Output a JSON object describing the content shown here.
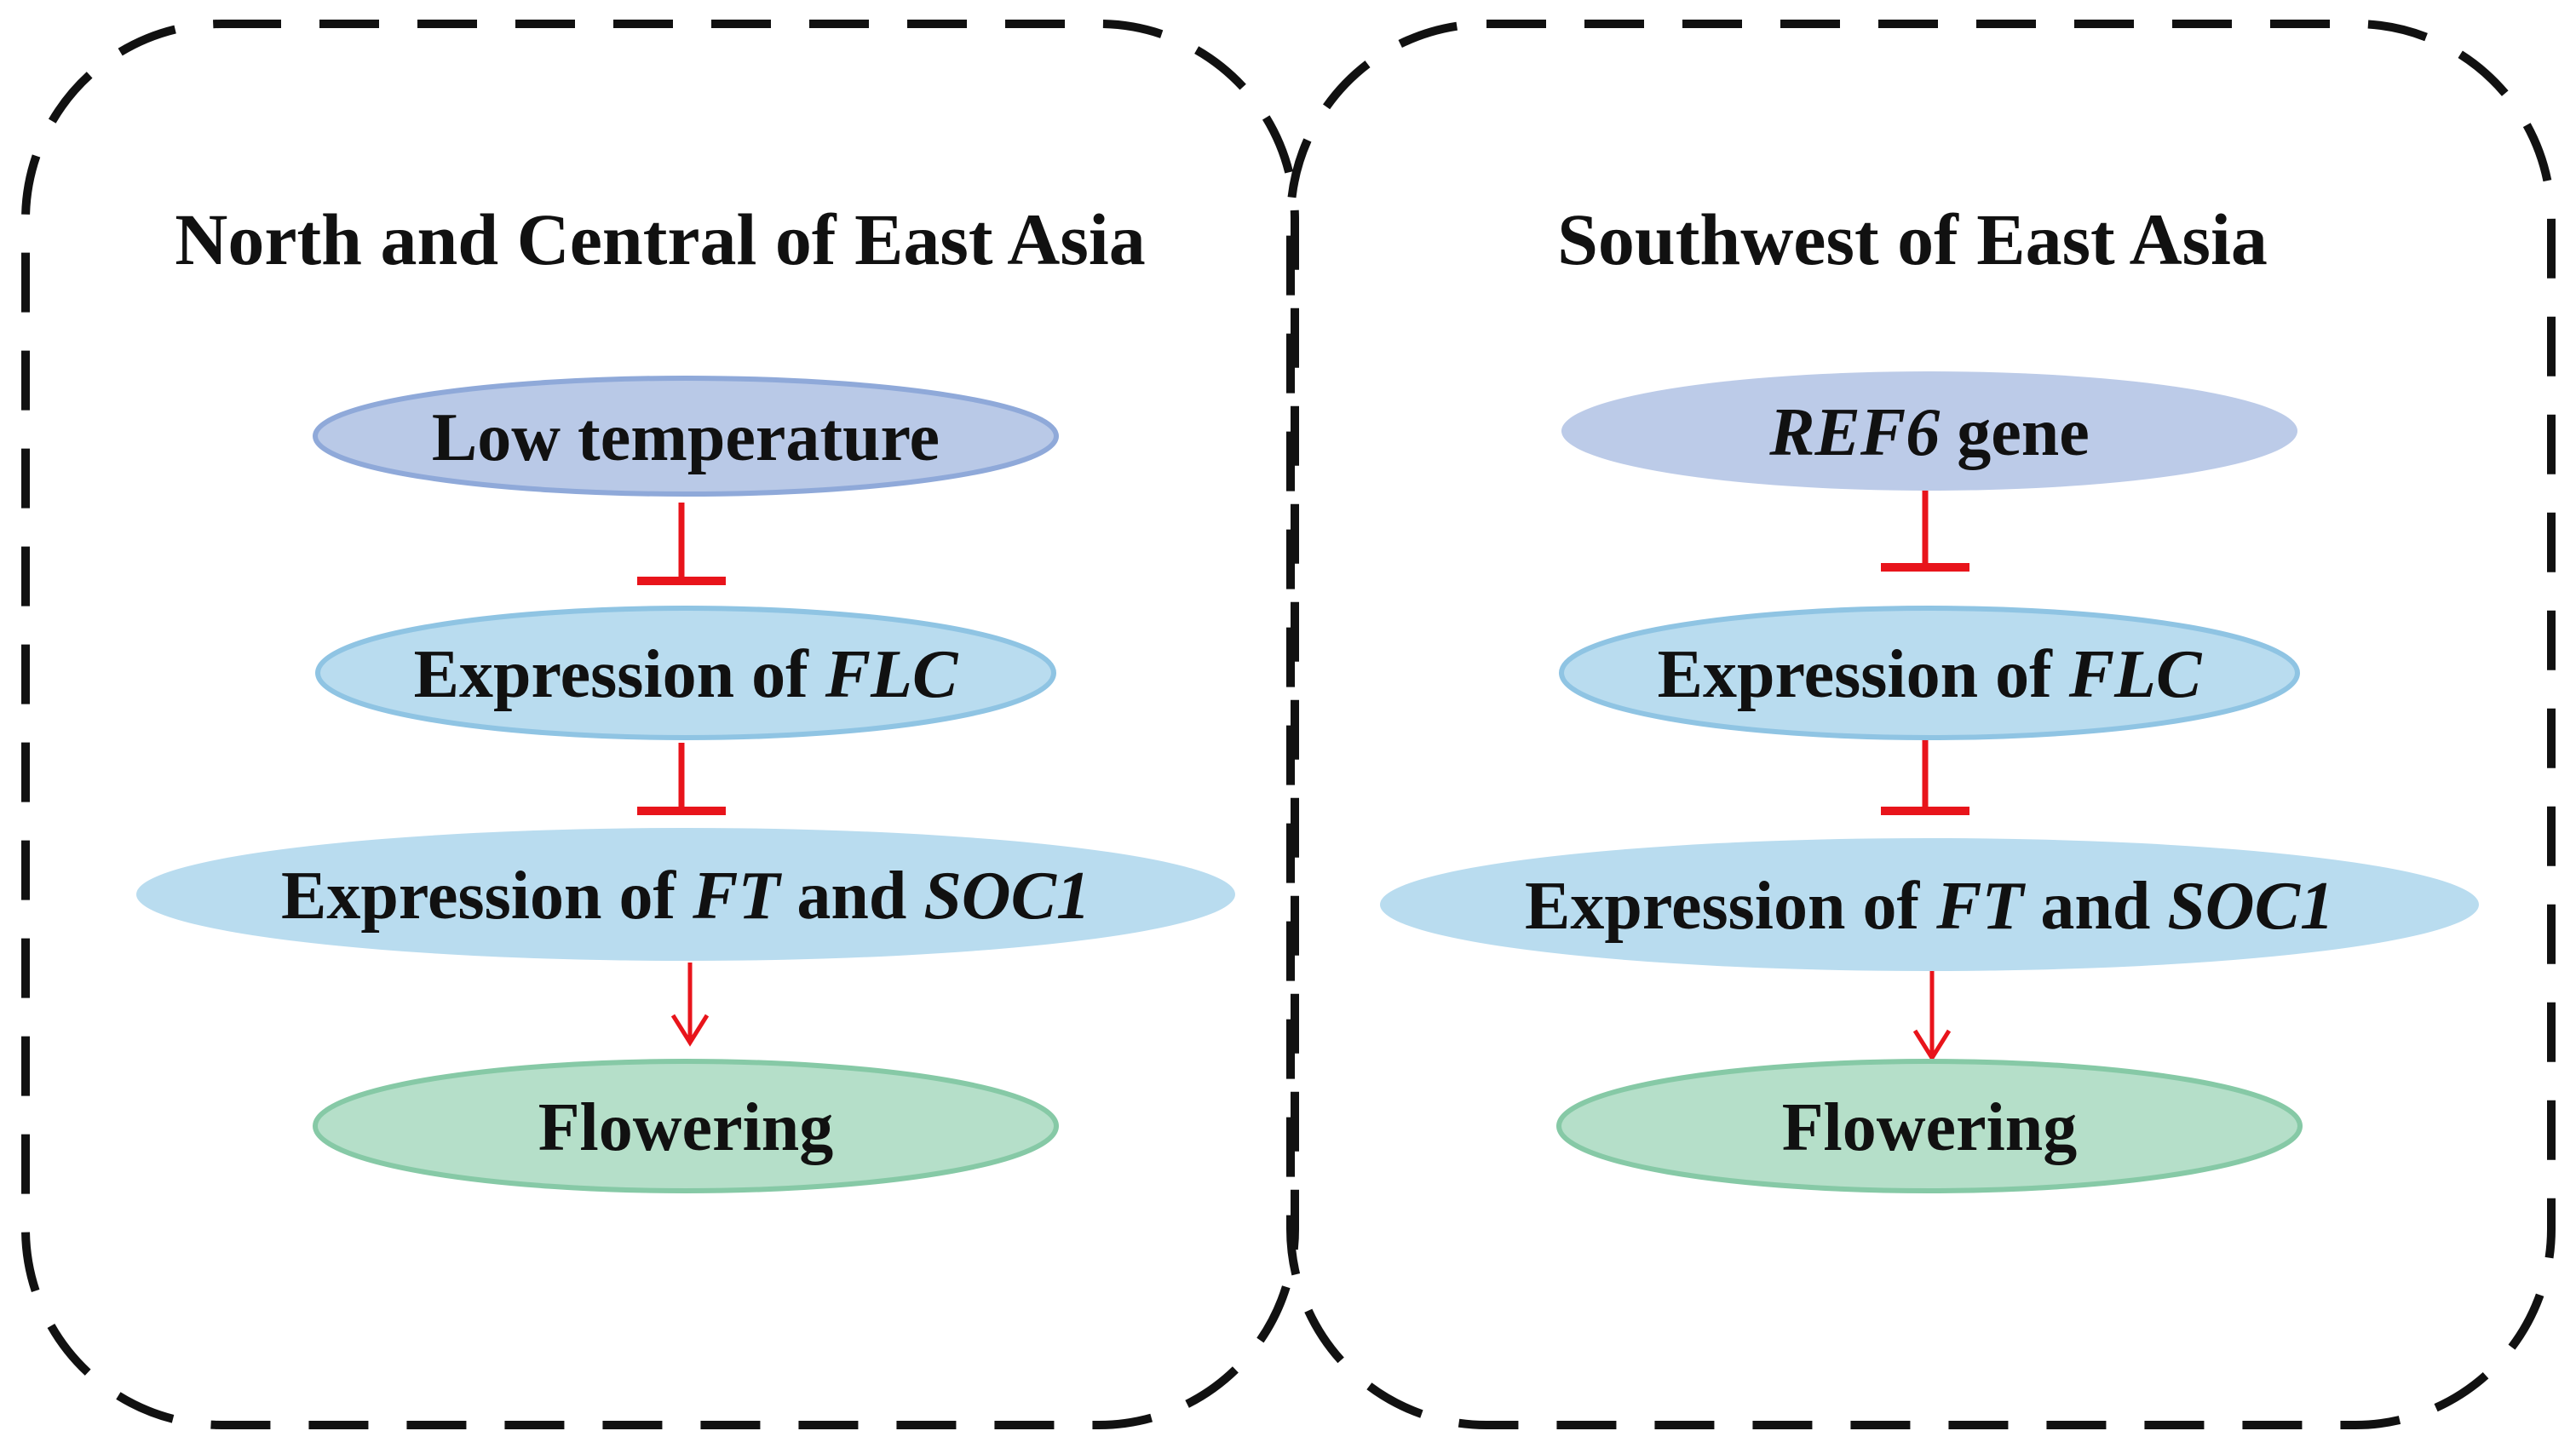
{
  "panels": [
    {
      "title": "North and Central of East Asia",
      "nodes": {
        "top": {
          "segments": [
            {
              "text": "Low temperature",
              "italic": false
            }
          ]
        },
        "flc": {
          "segments": [
            {
              "text": "Expression of ",
              "italic": false
            },
            {
              "text": "FLC",
              "italic": true
            }
          ]
        },
        "ft_soc1": {
          "segments": [
            {
              "text": "Expression of ",
              "italic": false
            },
            {
              "text": "FT",
              "italic": true
            },
            {
              "text": " and ",
              "italic": false
            },
            {
              "text": "SOC1",
              "italic": true
            }
          ]
        },
        "flowering": {
          "segments": [
            {
              "text": "Flowering",
              "italic": false
            }
          ]
        }
      },
      "edges": [
        {
          "from": "top",
          "to": "flc",
          "type": "inhibit"
        },
        {
          "from": "flc",
          "to": "ft_soc1",
          "type": "inhibit"
        },
        {
          "from": "ft_soc1",
          "to": "flowering",
          "type": "activate"
        }
      ]
    },
    {
      "title": "Southwest of East Asia",
      "nodes": {
        "top": {
          "segments": [
            {
              "text": "REF6",
              "italic": true
            },
            {
              "text": " gene",
              "italic": false
            }
          ]
        },
        "flc": {
          "segments": [
            {
              "text": "Expression of ",
              "italic": false
            },
            {
              "text": "FLC",
              "italic": true
            }
          ]
        },
        "ft_soc1": {
          "segments": [
            {
              "text": "Expression of ",
              "italic": false
            },
            {
              "text": "FT",
              "italic": true
            },
            {
              "text": " and ",
              "italic": false
            },
            {
              "text": "SOC1",
              "italic": true
            }
          ]
        },
        "flowering": {
          "segments": [
            {
              "text": "Flowering",
              "italic": false
            }
          ]
        }
      },
      "edges": [
        {
          "from": "top",
          "to": "flc",
          "type": "inhibit"
        },
        {
          "from": "flc",
          "to": "ft_soc1",
          "type": "inhibit"
        },
        {
          "from": "ft_soc1",
          "to": "flowering",
          "type": "activate"
        }
      ]
    }
  ],
  "colors": {
    "border": "#111111",
    "edge": "#e8141b",
    "node_top_left_fill": "#b9c9e7",
    "node_top_left_stroke": "#8fa9d9",
    "node_top_right_fill": "#bccbe8",
    "node_mid_fill": "#b9dcef",
    "node_mid_stroke": "#8fc4e3",
    "node_ft_fill": "#b9dcef",
    "node_flowering_fill": "#b5dfc9",
    "node_flowering_stroke": "#86c9a6"
  }
}
